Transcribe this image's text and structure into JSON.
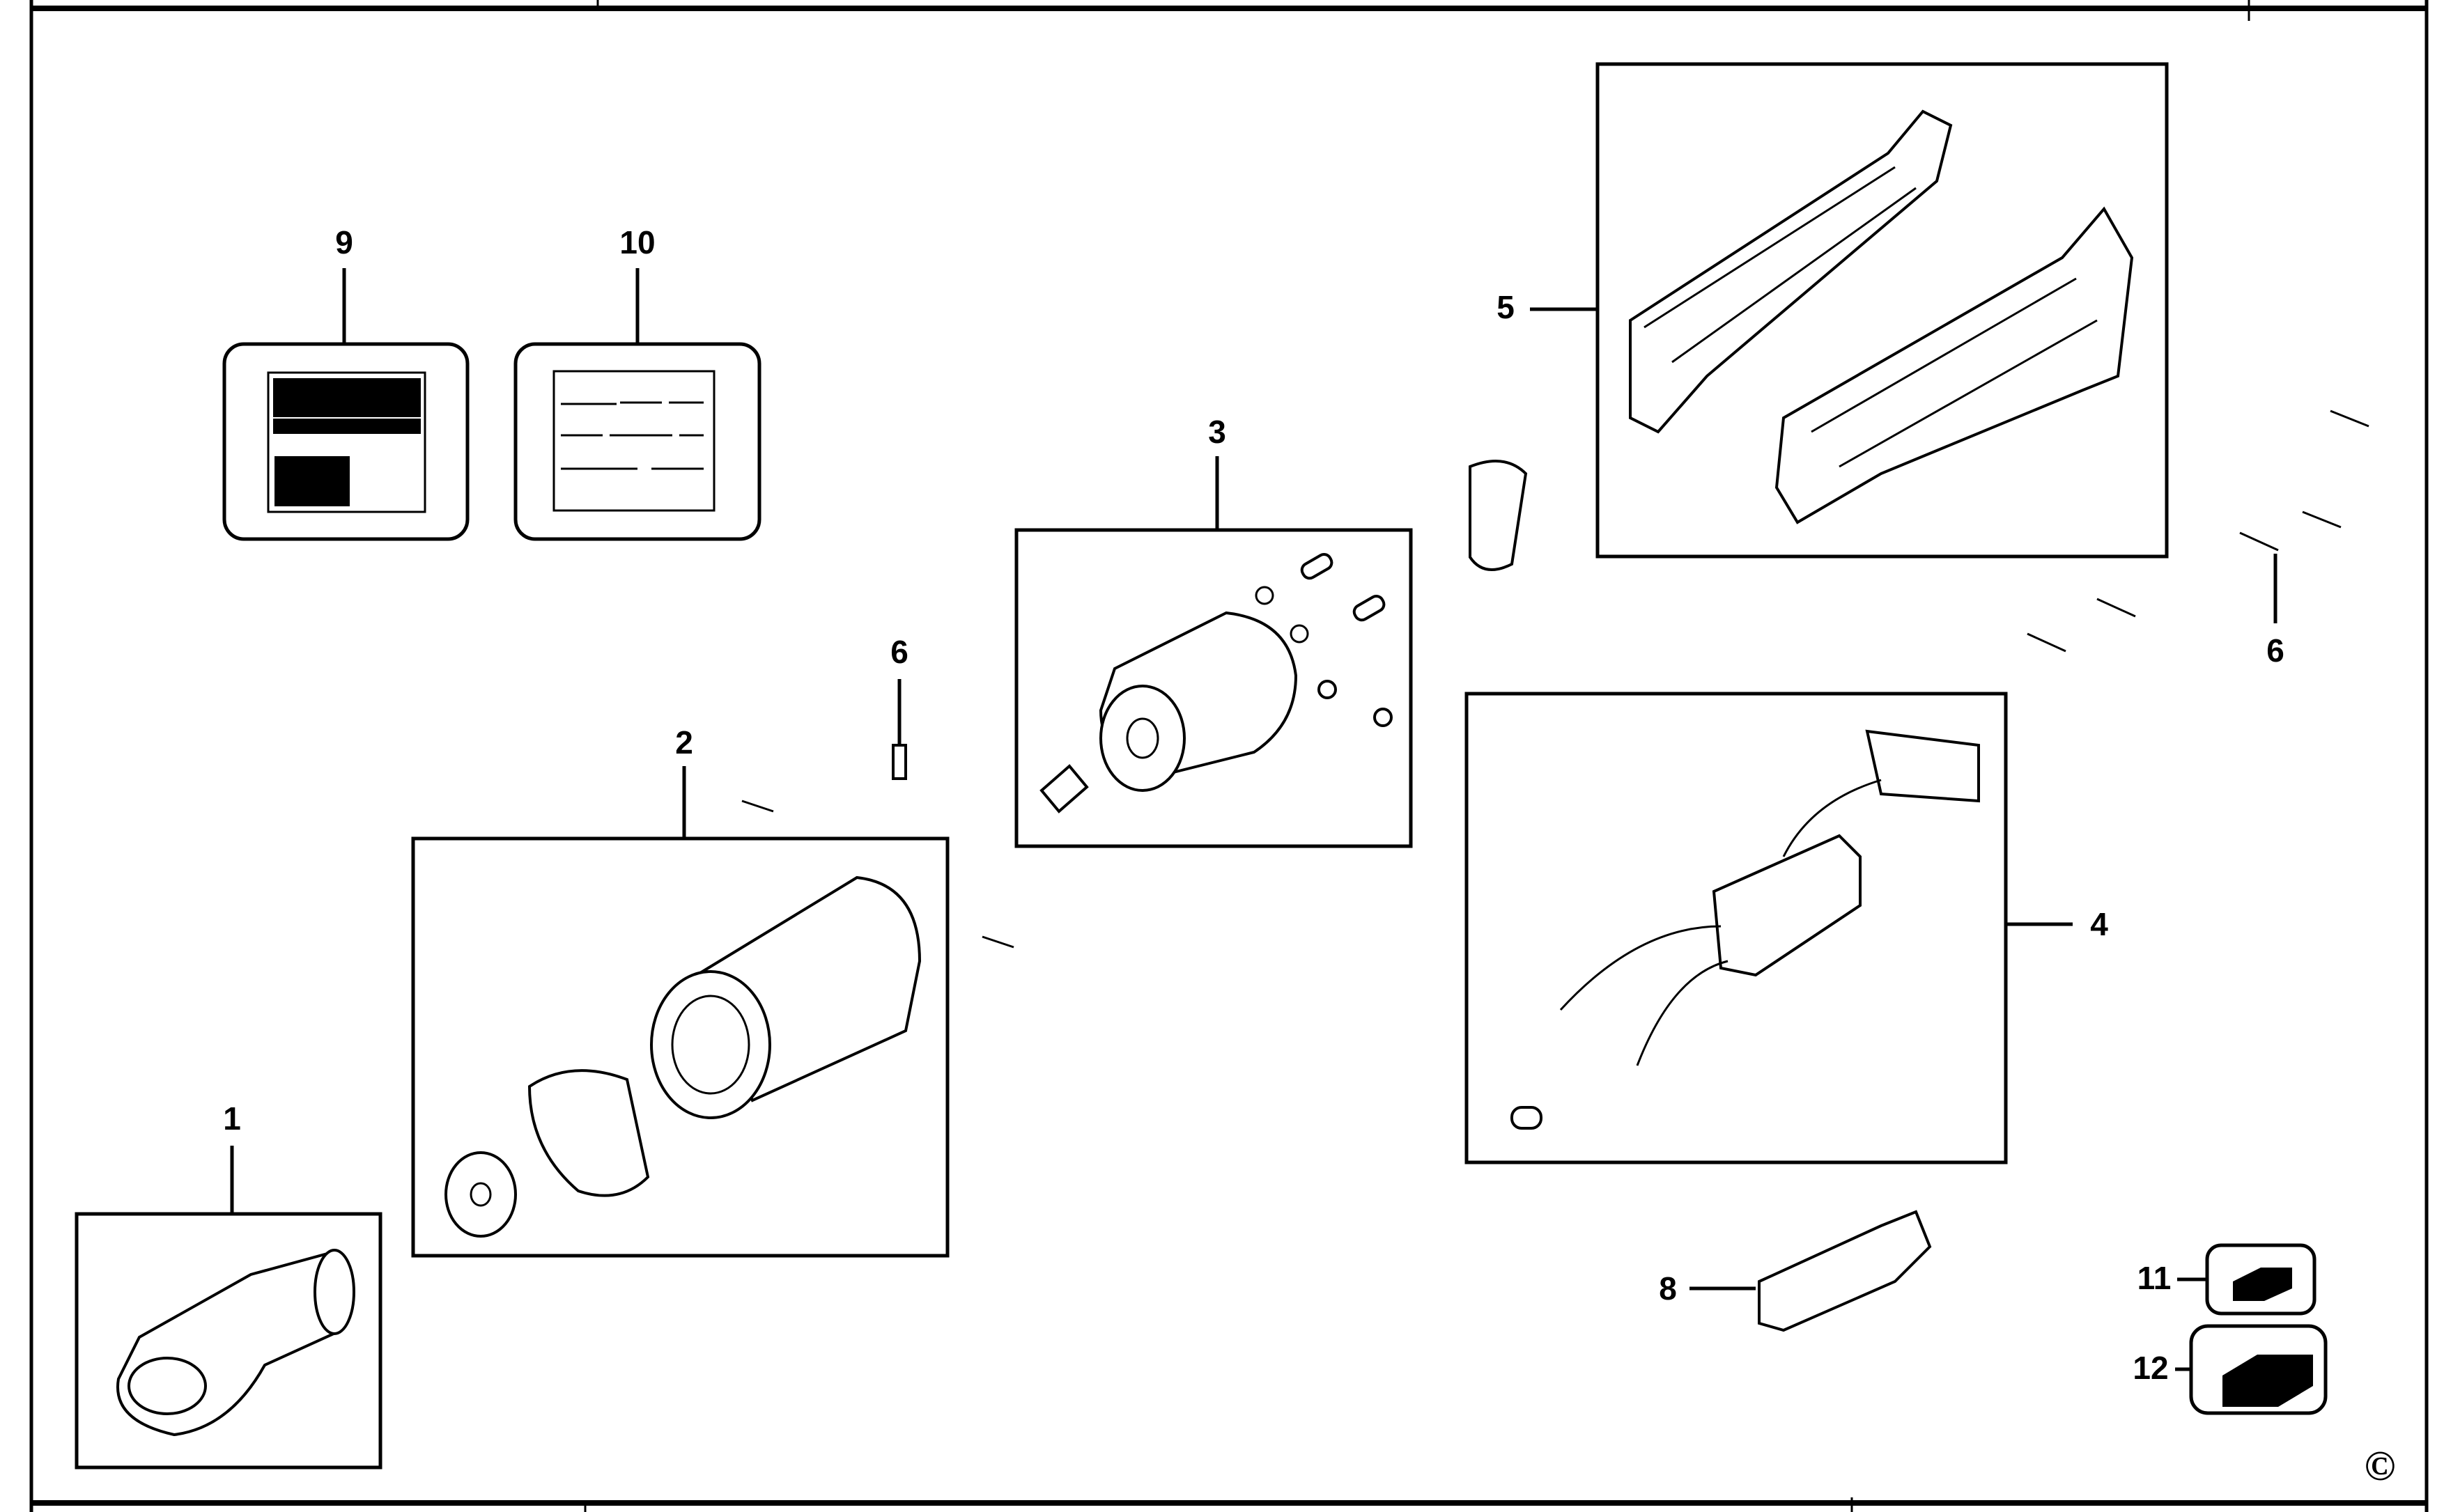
{
  "diagram": {
    "callouts": [
      {
        "id": "1",
        "label": "1"
      },
      {
        "id": "2",
        "label": "2"
      },
      {
        "id": "3",
        "label": "3"
      },
      {
        "id": "4",
        "label": "4"
      },
      {
        "id": "5",
        "label": "5"
      },
      {
        "id": "6a",
        "label": "6"
      },
      {
        "id": "6b",
        "label": "6"
      },
      {
        "id": "8",
        "label": "8"
      },
      {
        "id": "9",
        "label": "9"
      },
      {
        "id": "10",
        "label": "10"
      },
      {
        "id": "11",
        "label": "11"
      },
      {
        "id": "12",
        "label": "12"
      }
    ],
    "copyright": "©"
  }
}
